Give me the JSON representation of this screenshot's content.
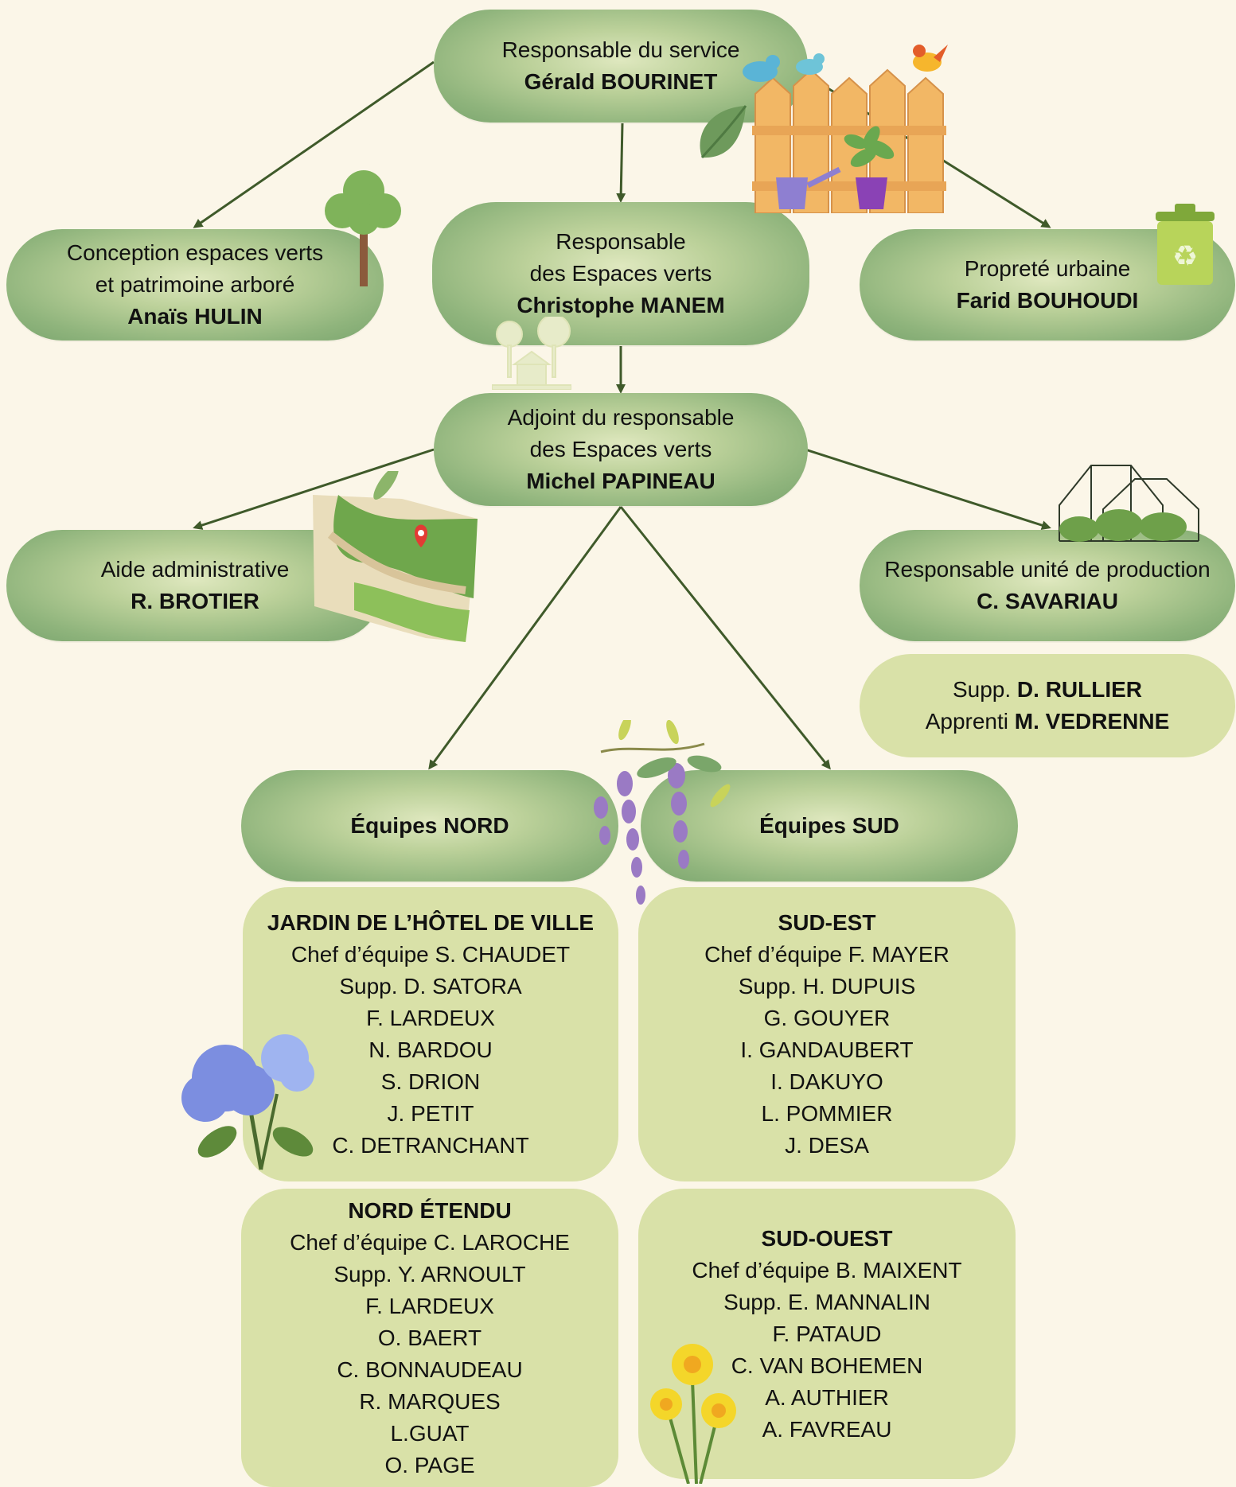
{
  "top": {
    "role": "Responsable du service",
    "name": "Gérald BOURINET"
  },
  "conception": {
    "role_line1": "Conception espaces verts",
    "role_line2": "et patrimoine arboré",
    "name": "Anaïs HULIN"
  },
  "espaces_verts": {
    "role_line1": "Responsable",
    "role_line2": "des Espaces verts",
    "name": "Christophe MANEM"
  },
  "proprete": {
    "role": "Propreté urbaine",
    "name": "Farid BOUHOUDI"
  },
  "adjoint": {
    "role_line1": "Adjoint du responsable",
    "role_line2": "des Espaces verts",
    "name": "Michel PAPINEAU"
  },
  "aide": {
    "role": "Aide administrative",
    "name": "R. BROTIER"
  },
  "production": {
    "role": "Responsable unité de production",
    "name": "C. SAVARIAU",
    "supp_prefix": "Supp.",
    "supp_name": "D. RULLIER",
    "apprenti_prefix": "Apprenti",
    "apprenti_name": "M. VEDRENNE"
  },
  "equipes_nord": "Équipes NORD",
  "equipes_sud": "Équipes SUD",
  "teams": {
    "jardin": {
      "title": "JARDIN DE L’HÔTEL DE VILLE",
      "members": [
        "Chef d’équipe S. CHAUDET",
        "Supp. D. SATORA",
        "F. LARDEUX",
        "N. BARDOU",
        "S. DRION",
        "J. PETIT",
        "C. DETRANCHANT"
      ]
    },
    "sud_est": {
      "title": "SUD-EST",
      "members": [
        "Chef d’équipe F. MAYER",
        "Supp. H. DUPUIS",
        "G. GOUYER",
        "I. GANDAUBERT",
        "I. DAKUYO",
        "L. POMMIER",
        "J. DESA"
      ]
    },
    "nord_etendu": {
      "title": "NORD ÉTENDU",
      "members": [
        "Chef d’équipe C. LAROCHE",
        "Supp. Y. ARNOULT",
        "F. LARDEUX",
        "O. BAERT",
        "C. BONNAUDEAU",
        "R. MARQUES",
        "L.GUAT",
        "O. PAGE"
      ]
    },
    "sud_ouest": {
      "title": "SUD-OUEST",
      "members": [
        "Chef d’équipe B. MAIXENT",
        "Supp. E. MANNALIN",
        "F. PATAUD",
        "C. VAN BOHEMEN",
        "A. AUTHIER",
        "A. FAVREAU"
      ]
    }
  },
  "colors": {
    "background": "#fbf6e8",
    "node_green": "#8fb47c",
    "box_green": "#d9e1a8",
    "arrow": "#3f5a2a"
  },
  "icons": [
    "tree-icon",
    "fence-birds-icon",
    "recycle-bin-icon",
    "house-trees-icon",
    "map-icon",
    "greenhouse-icon",
    "wisteria-icon",
    "hydrangea-icon",
    "daffodil-icon"
  ]
}
